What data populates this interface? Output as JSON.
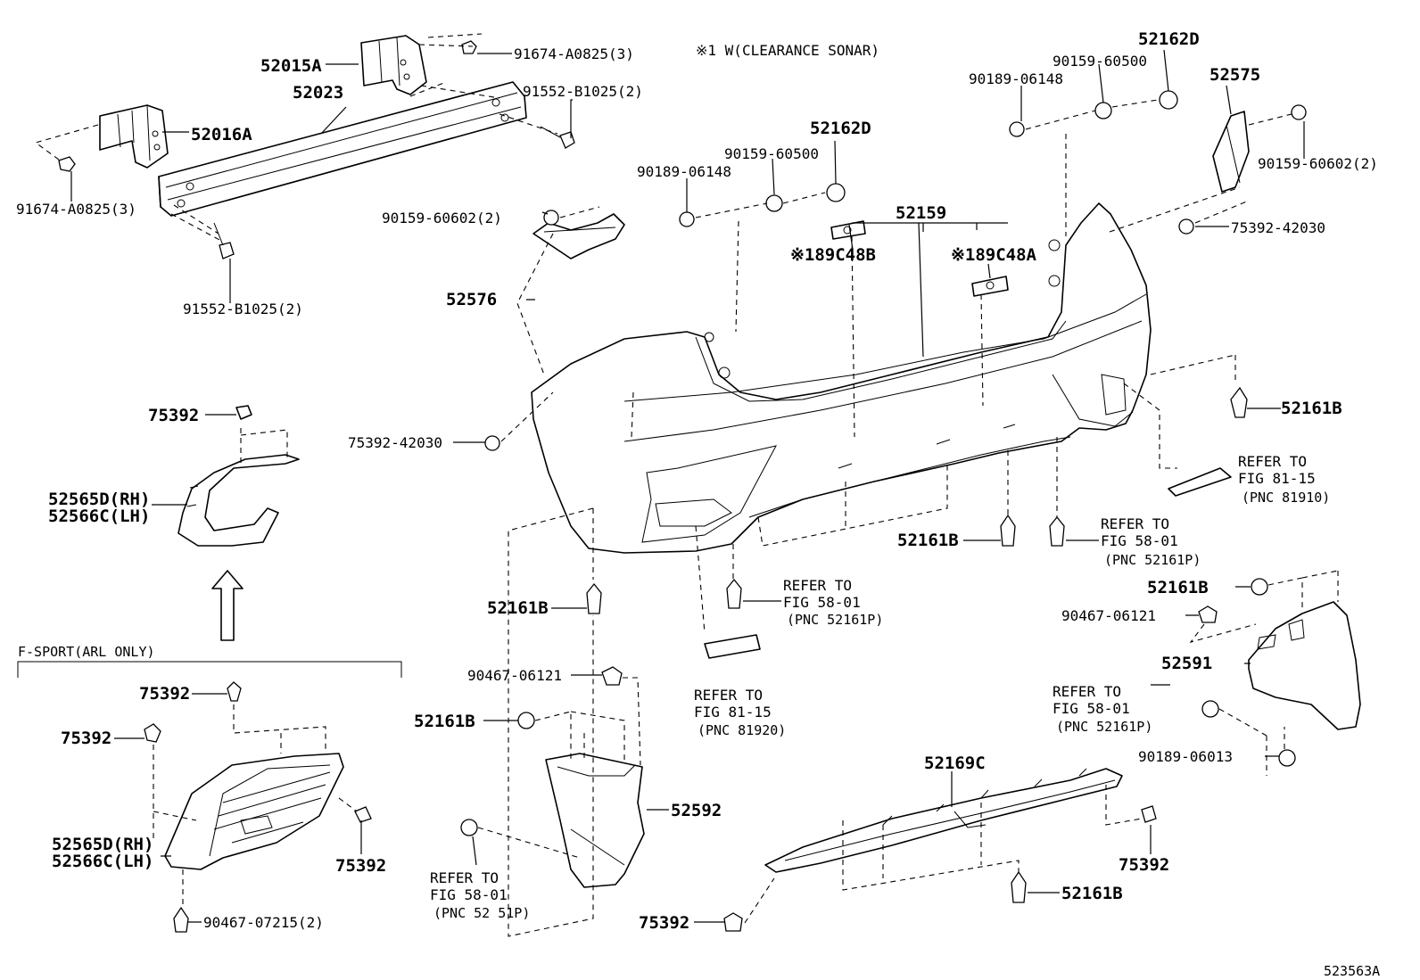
{
  "header_note": "※1 W(CLEARANCE SONAR)",
  "section_label": "F-SPORT(ARL ONLY)",
  "diagram_id": "523563A",
  "labels": {
    "p52015A": "52015A",
    "p52023": "52023",
    "p52016A": "52016A",
    "p91674_top": "91674-A0825(3)",
    "p91552_top": "91552-B1025(2)",
    "p91674_left": "91674-A0825(3)",
    "p91552_left": "91552-B1025(2)",
    "p52162D_top": "52162D",
    "p90159_60500_top": "90159-60500",
    "p90189_06148_top": "90189-06148",
    "p52575": "52575",
    "p90159_60602_right": "90159-60602(2)",
    "p75392_42030_right": "75392-42030",
    "p52162D_mid": "52162D",
    "p90159_60500_mid": "90159-60500",
    "p90189_06148_mid": "90189-06148",
    "p90159_60602_left": "90159-60602(2)",
    "p52159": "52159",
    "p89C48B": "※189C48B",
    "p89C48A": "※189C48A",
    "p52576": "52576",
    "p75392_42030_left": "75392-42030",
    "p52161B_r1": "52161B",
    "refer_fig8115_r_1": "REFER TO",
    "refer_fig8115_r_2": "FIG 81-15",
    "refer_fig8115_r_3": "(PNC 81910)",
    "p75392_a": "75392",
    "p52565D_a": "52565D(RH)",
    "p52566C_a": "52566C(LH)",
    "p52161B_c1": "52161B",
    "refer_fig5801_c_1": "REFER TO",
    "refer_fig5801_c_2": "FIG 58-01",
    "refer_fig5801_c_3": "(PNC 52161P)",
    "refer_fig5801_b_1": "REFER TO",
    "refer_fig5801_b_2": "FIG 58-01",
    "refer_fig5801_b_3": "(PNC 52161P)",
    "p52161B_l1": "52161B",
    "p52161B_r2": "52161B",
    "p90467_06121_r": "90467-06121",
    "p52591": "52591",
    "refer_fig8115_m_1": "REFER TO",
    "refer_fig8115_m_2": "FIG 81-15",
    "refer_fig8115_m_3": "(PNC 81920)",
    "p90467_06121_l": "90467-06121",
    "p52161B_l2": "52161B",
    "p52592": "52592",
    "refer_fig5801_r_1": "REFER TO",
    "refer_fig5801_r_2": "FIG 58-01",
    "refer_fig5801_r_3": "(PNC 52161P)",
    "p90189_06013": "90189-06013",
    "p52169C": "52169C",
    "p75392_b": "75392",
    "p75392_c": "75392",
    "p75392_d": "75392",
    "p52565D_b": "52565D(RH)",
    "p52566C_b": "52566C(LH)",
    "p90467_07215": "90467-07215(2)",
    "refer_fig5801_l_1": "REFER TO",
    "refer_fig5801_l_2": "FIG 58-01",
    "refer_fig5801_l_3": "(PNC 52 51P)",
    "p75392_e": "75392",
    "p52161B_b": "52161B",
    "p75392_f": "75392"
  }
}
